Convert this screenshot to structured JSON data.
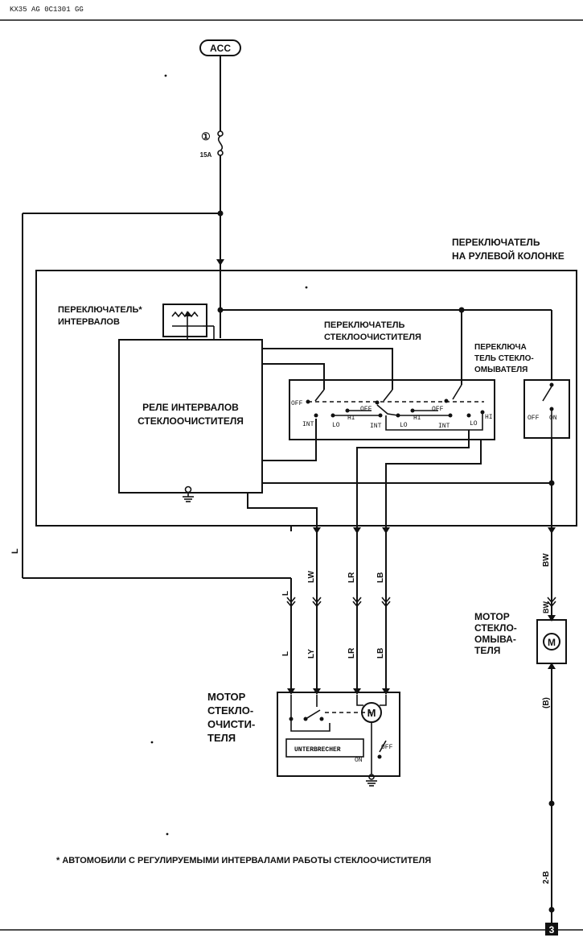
{
  "doc_code": "KX35 AG 0C1301 GG",
  "acc": "ACC",
  "fuse": {
    "number": "①",
    "rating": "15A"
  },
  "steering_switch": [
    "ПЕРЕКЛЮЧАТЕЛЬ",
    "НА РУЛЕВОЙ КОЛОНКЕ"
  ],
  "interval_switch": [
    "ПЕРЕКЛЮЧАТЕЛЬ*",
    "ИНТЕРВАЛОВ"
  ],
  "relay": [
    "РЕЛЕ ИНТЕРВАЛОВ",
    "СТЕКЛООЧИСТИТЕЛЯ"
  ],
  "wiper_switch": [
    "ПЕРЕКЛЮЧАТЕЛЬ",
    "СТЕКЛООЧИСТИТЕЛЯ"
  ],
  "washer_switch": [
    "ПЕРЕКЛЮЧА",
    "ТЕЛЬ СТЕКЛО-",
    "ОМЫВАТЕЛЯ"
  ],
  "positions": {
    "off": "OFF",
    "int": "INT",
    "lo": "LO",
    "hi": "HI",
    "on": "ON"
  },
  "wires": {
    "L": "L",
    "LW": "LW",
    "LR": "LR",
    "LB": "LB",
    "BW": "BW",
    "LY": "LY",
    "B": "(B)"
  },
  "washer_motor": [
    "МОТОР",
    "СТЕКЛО-",
    "ОМЫВА-",
    "ТЕЛЯ"
  ],
  "wiper_motor": [
    "МОТОР",
    "СТЕКЛО-",
    "ОЧИСТИ-",
    "ТЕЛЯ"
  ],
  "motor_symbol": "M",
  "interrupter": "UNTERBRECHER",
  "footnote": "*  АВТОМОБИЛИ С РЕГУЛИРУЕМЫМИ ИНТЕРВАЛАМИ РАБОТЫ СТЕКЛООЧИСТИТЕЛЯ",
  "ground_ref": "2-B",
  "page_marker": "3"
}
